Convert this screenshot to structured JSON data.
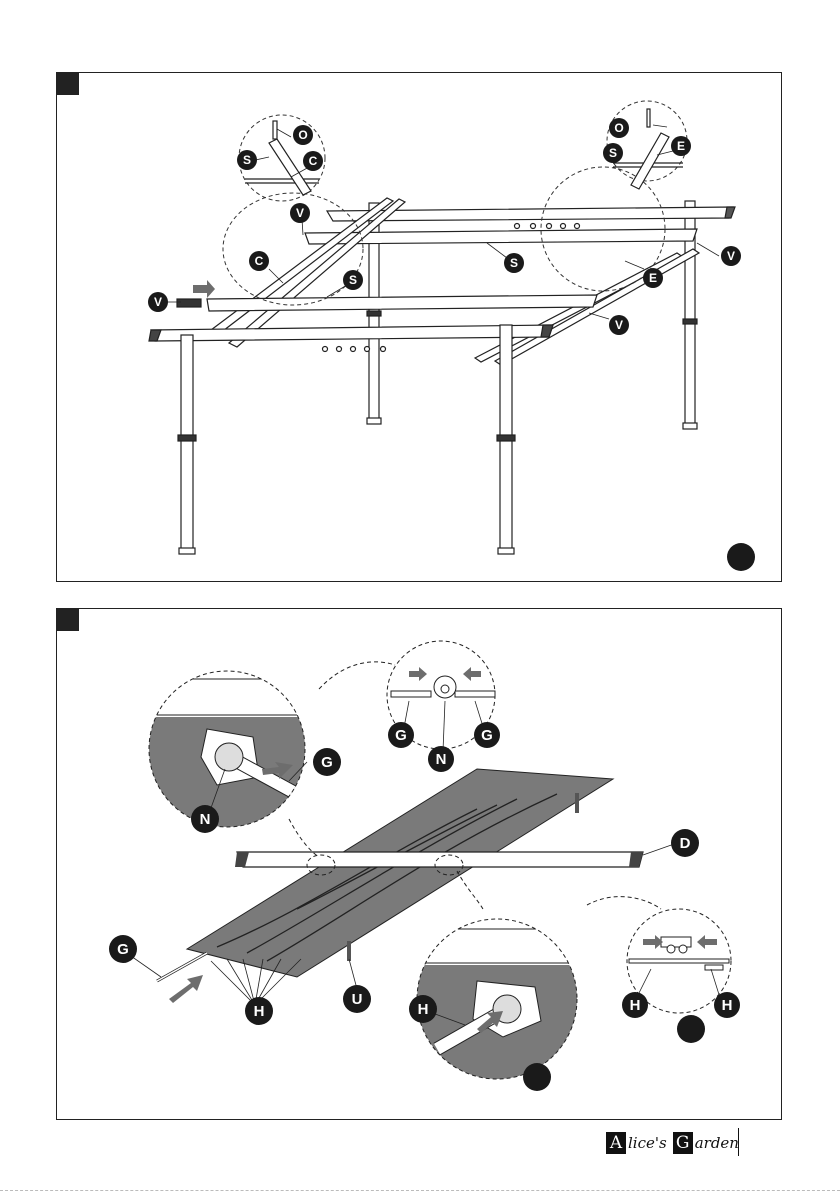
{
  "panels": [
    {
      "labels": {
        "o1": "O",
        "s1": "S",
        "c1": "C",
        "v1": "V",
        "o2": "O",
        "s2": "S",
        "e1": "E",
        "c2": "C",
        "s3": "S",
        "v2": "V",
        "s4": "S",
        "v3": "V",
        "e2": "E",
        "v4": "V"
      }
    },
    {
      "labels": {
        "g1": "G",
        "n1": "N",
        "g2": "G",
        "n2": "N",
        "g3": "G",
        "d": "D",
        "g4": "G",
        "h1": "H",
        "u": "U",
        "h2": "H",
        "h3": "H",
        "h4": "H"
      }
    }
  ],
  "logo": {
    "cap1": "A",
    "text1": "lice's",
    "cap2": "G",
    "text2": "arden"
  },
  "colors": {
    "fabric": "#7a7a7a",
    "label_bg": "#1a1a1a",
    "arrow": "#6d6d6d"
  }
}
